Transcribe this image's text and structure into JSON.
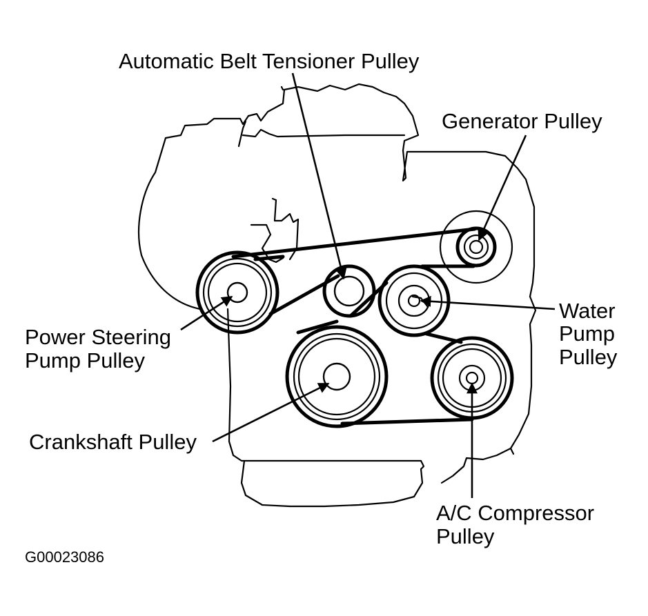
{
  "labels": {
    "tensioner": "Automatic Belt Tensioner Pulley",
    "generator": "Generator Pulley",
    "water_pump": [
      "Water",
      "Pump",
      "Pulley"
    ],
    "power_steering": [
      "Power Steering",
      "Pump Pulley"
    ],
    "crankshaft": "Crankshaft Pulley",
    "ac_compressor": [
      "A/C Compressor",
      "Pulley"
    ]
  },
  "figure_id": "G00023086"
}
